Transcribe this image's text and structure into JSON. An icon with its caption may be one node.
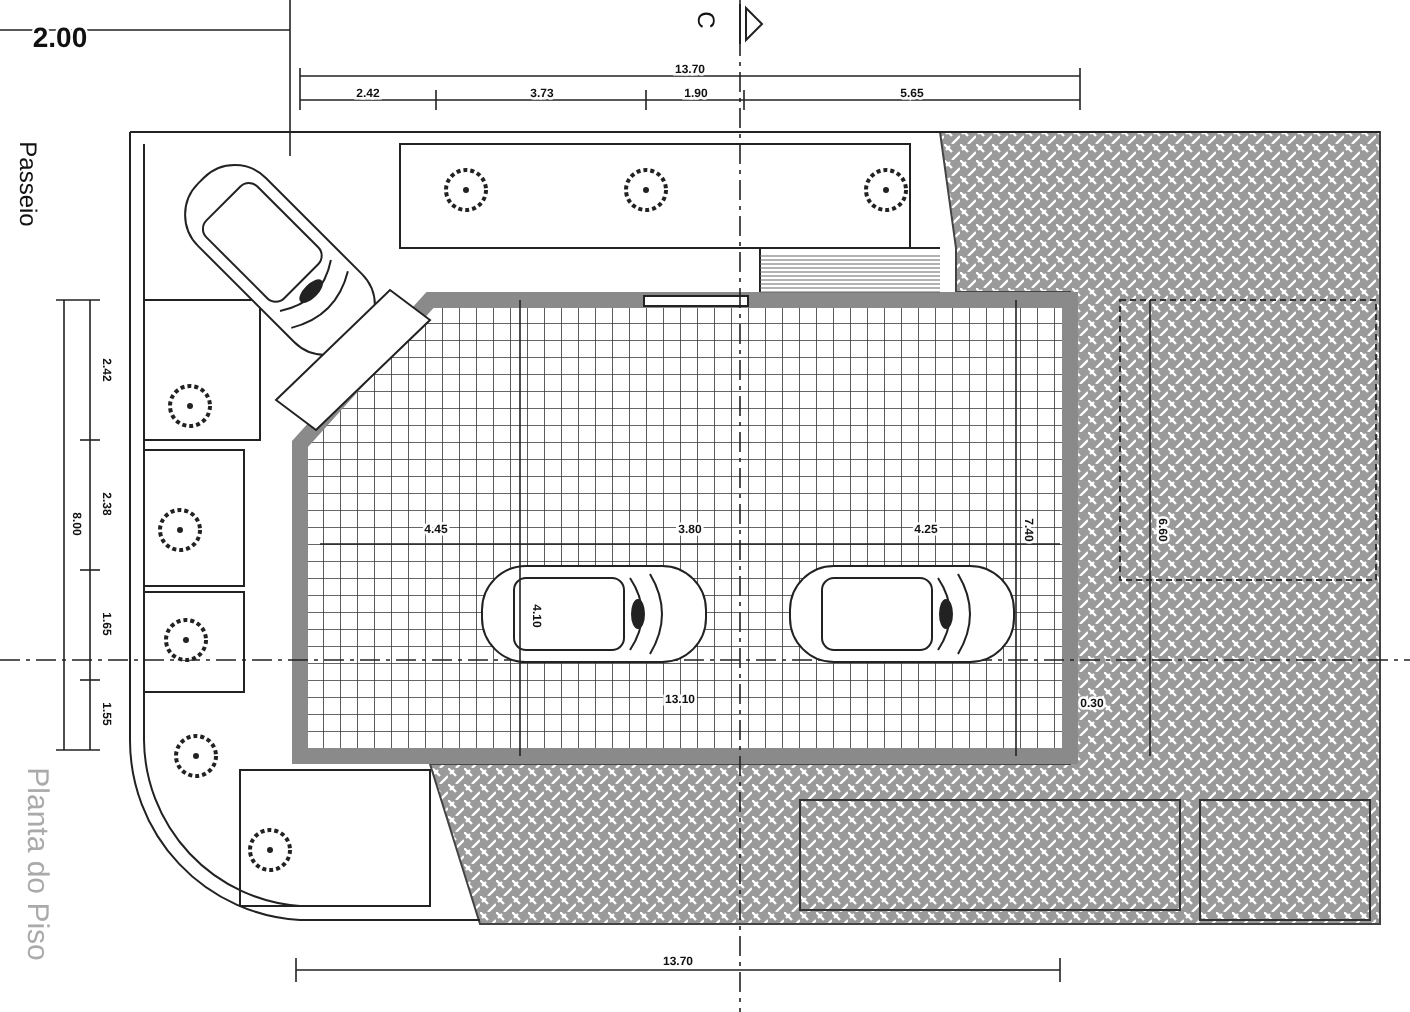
{
  "diagram": {
    "title": "Planta do Piso",
    "nodes": [
      {
        "text": [],
        "shape": "box"
      }
    ],
    "labels": [
      "2.00",
      "C",
      "13.70",
      "2.42",
      "3.73",
      "1.90",
      "5.65",
      "Passeio",
      "2.42",
      "2.38",
      "8.00",
      "1.65",
      "1.55",
      "4.45",
      "3.80",
      "4.25",
      "7.40",
      "6.60",
      "4.10",
      "13.10",
      "0.30",
      "13.70"
    ]
  }
}
